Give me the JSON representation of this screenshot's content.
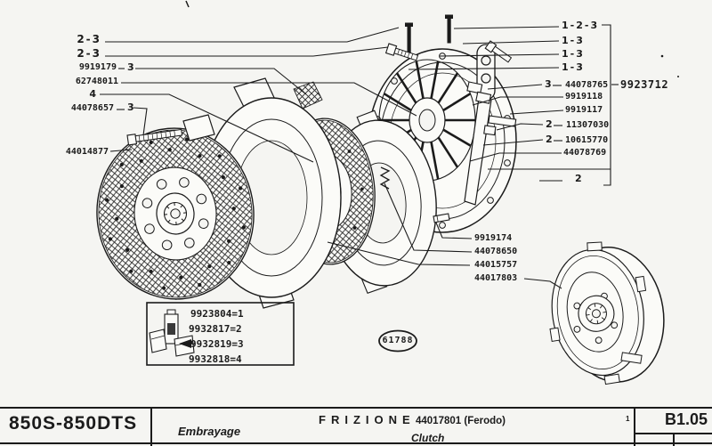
{
  "paper_color": "#f5f5f2",
  "ink_color": "#1b1b1b",
  "callouts": {
    "left": [
      {
        "num": "2-3"
      },
      {
        "num": "2-3"
      },
      {
        "num": "9919179",
        "qty": "3"
      },
      {
        "num": "62748011"
      },
      {
        "num": "4"
      },
      {
        "num": "44078657",
        "qty": "3"
      },
      {
        "num": "44014877"
      }
    ],
    "right": [
      {
        "num": "1-2-3"
      },
      {
        "num": "1-3"
      },
      {
        "num": "1-3"
      },
      {
        "num": "1-3"
      },
      {
        "num": "44078765",
        "qty": "3"
      },
      {
        "num": "9919118"
      },
      {
        "num": "9919117"
      },
      {
        "num": "11307030",
        "qty": "2"
      },
      {
        "num": "10615770",
        "qty": "2"
      },
      {
        "num": "44078769"
      }
    ],
    "group": {
      "num": "9923712",
      "item_qty": "2"
    },
    "bottom": [
      {
        "num": "9919174"
      },
      {
        "num": "44078650"
      },
      {
        "num": "44015757"
      },
      {
        "num": "44017803"
      }
    ],
    "stamp": "61788"
  },
  "legend": {
    "rows": [
      "9923804=1",
      "9932817=2",
      "9932819=3",
      "9932818=4"
    ]
  },
  "title_block": {
    "model": "850S-850DTS",
    "name_fr": "Embrayage",
    "name_it": "FRIZIONE",
    "part_ref": "44017801 (Ferodo)",
    "name_en": "Clutch",
    "col_note": "1",
    "page_code": "B1.05"
  }
}
